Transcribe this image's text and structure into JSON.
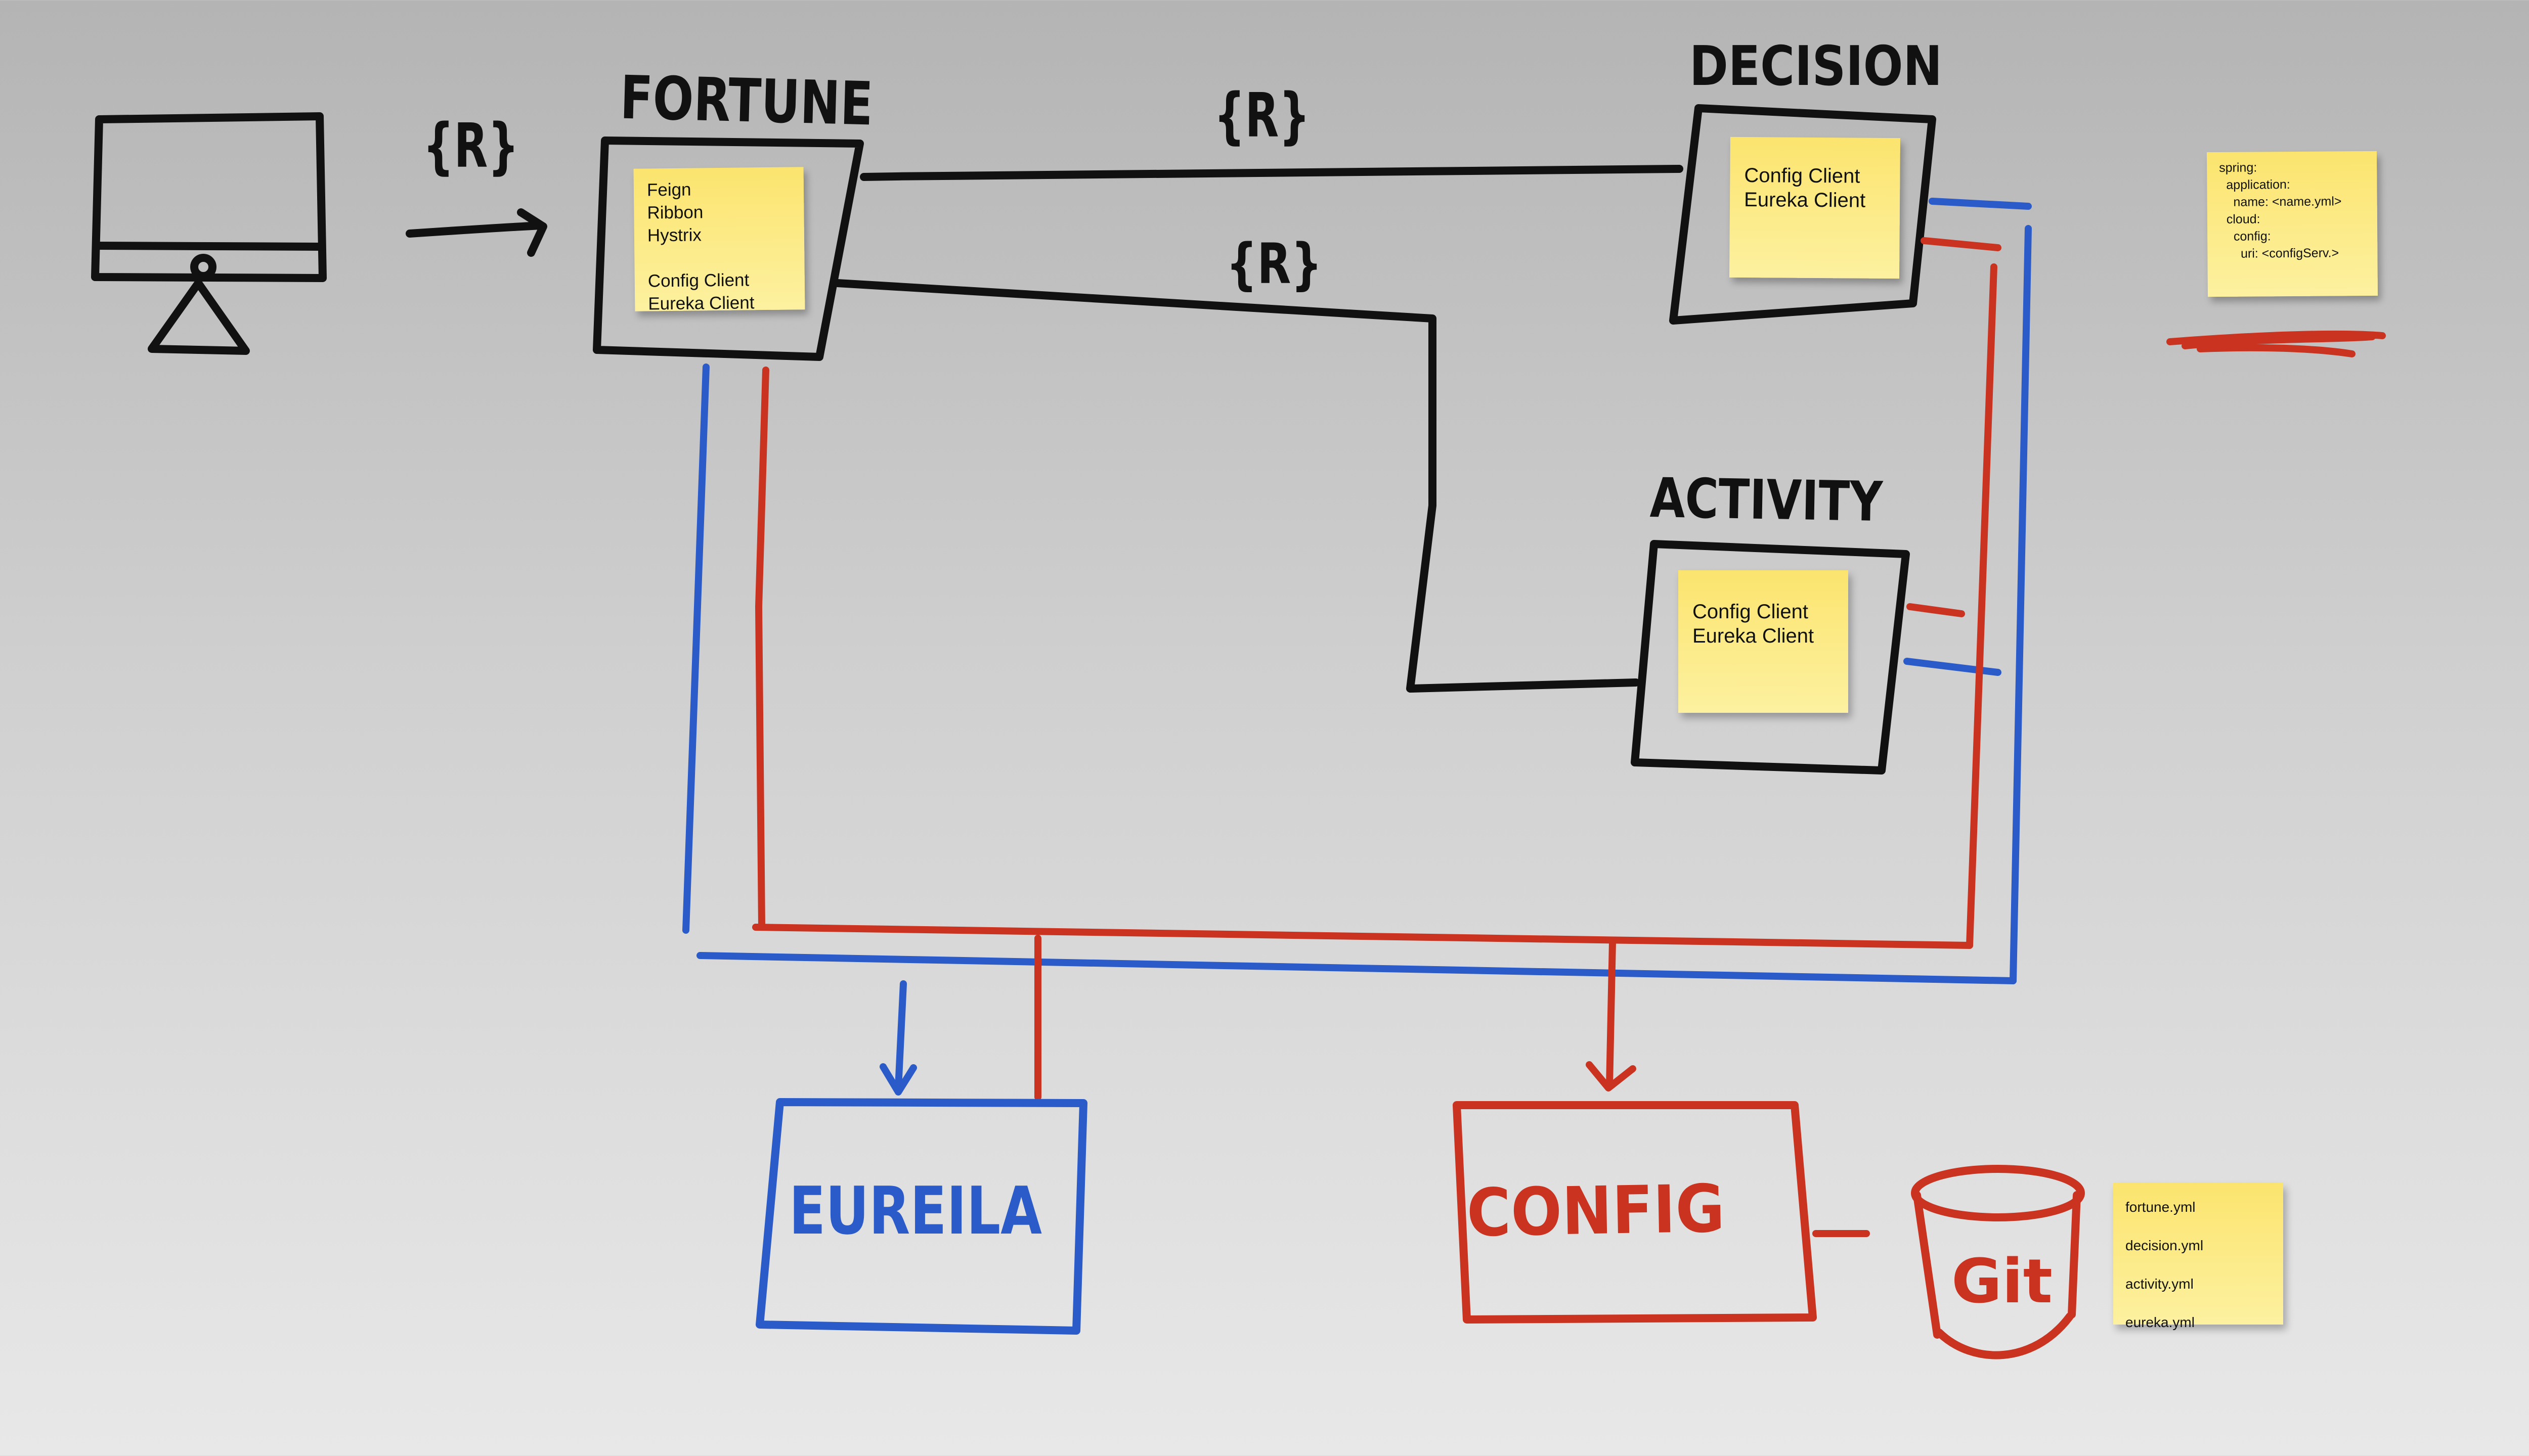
{
  "components": {
    "fortune": {
      "title": "FORTUNE",
      "note": [
        "Feign",
        "Ribbon",
        "Hystrix",
        "",
        "Config Client",
        "Eureka Client"
      ]
    },
    "decision": {
      "title": "DECISION",
      "note": [
        "Config Client",
        "Eureka Client"
      ]
    },
    "activity": {
      "title": "ACTIVITY",
      "note": [
        "Config Client",
        "Eureka Client"
      ]
    },
    "eureka": {
      "title": "EUREILA"
    },
    "config": {
      "title": "CONFIG"
    },
    "git": {
      "title": "Git",
      "note": [
        "fortune.yml",
        "decision.yml",
        "activity.yml",
        "eureka.yml"
      ]
    }
  },
  "rest_labels": {
    "client_to_fortune": "{R}",
    "fortune_to_decision": "{R}",
    "fortune_to_activity": "{R}"
  },
  "config_note": [
    "spring:",
    "  application:",
    "    name: <name.yml>",
    "  cloud:",
    "    config:",
    "      uri: <configServ.>"
  ],
  "colors": {
    "ink": "#111111",
    "eureka_line": "#2a5bc9",
    "config_line": "#c93320",
    "note": "#fbe46e"
  }
}
